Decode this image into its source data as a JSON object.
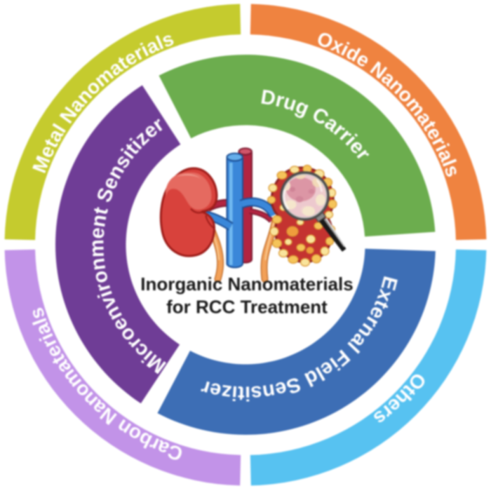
{
  "figure": {
    "title_icon": "kidneys-with-renal-cell-carcinoma-and-magnifier",
    "center_label": {
      "line1": "Inorganic Nanomaterials",
      "line2": "for RCC Treatment",
      "color": "#1a1a1a"
    },
    "outer_ring": {
      "radius_outer": 343.5,
      "radius_inner": 300,
      "text_radius": 303.5,
      "font_size": 28,
      "segments": [
        {
          "id": "metal",
          "label": "Metal Nanomaterials",
          "color": "#c5cb2e",
          "start": 271.3,
          "end": 358.7,
          "text_angle": 315
        },
        {
          "id": "oxide",
          "label": "Oxide Nanomaterials",
          "color": "#ef8340",
          "start": 1.3,
          "end": 88.7,
          "text_angle": 45.5
        },
        {
          "id": "others",
          "label": "Others",
          "color": "#57c2f1",
          "start": 91.3,
          "end": 178.7,
          "text_angle": 135
        },
        {
          "id": "carbon",
          "label": "Carbon Nanomaterials",
          "color": "#c293e8",
          "start": 181.3,
          "end": 268.7,
          "text_angle": 225
        }
      ]
    },
    "inner_ring": {
      "radius_outer": 271,
      "radius_inner": 170.5,
      "text_radius": 202.5,
      "font_size": 29,
      "segments": [
        {
          "id": "drug",
          "label": "Drug Carrier",
          "color": "#6cad4e",
          "start": 332.9,
          "end": 446.1,
          "text_angle": 30
        },
        {
          "id": "external",
          "label": "External Field Sensitizer",
          "color": "#3d6eb5",
          "start": 91.9,
          "end": 207.6,
          "text_angle": 149.75
        },
        {
          "id": "micro",
          "label": "Microenvironment Sensitizer",
          "color": "#6f3d96",
          "start": 213.4,
          "end": 327.1,
          "text_angle": 269.5
        }
      ]
    }
  }
}
